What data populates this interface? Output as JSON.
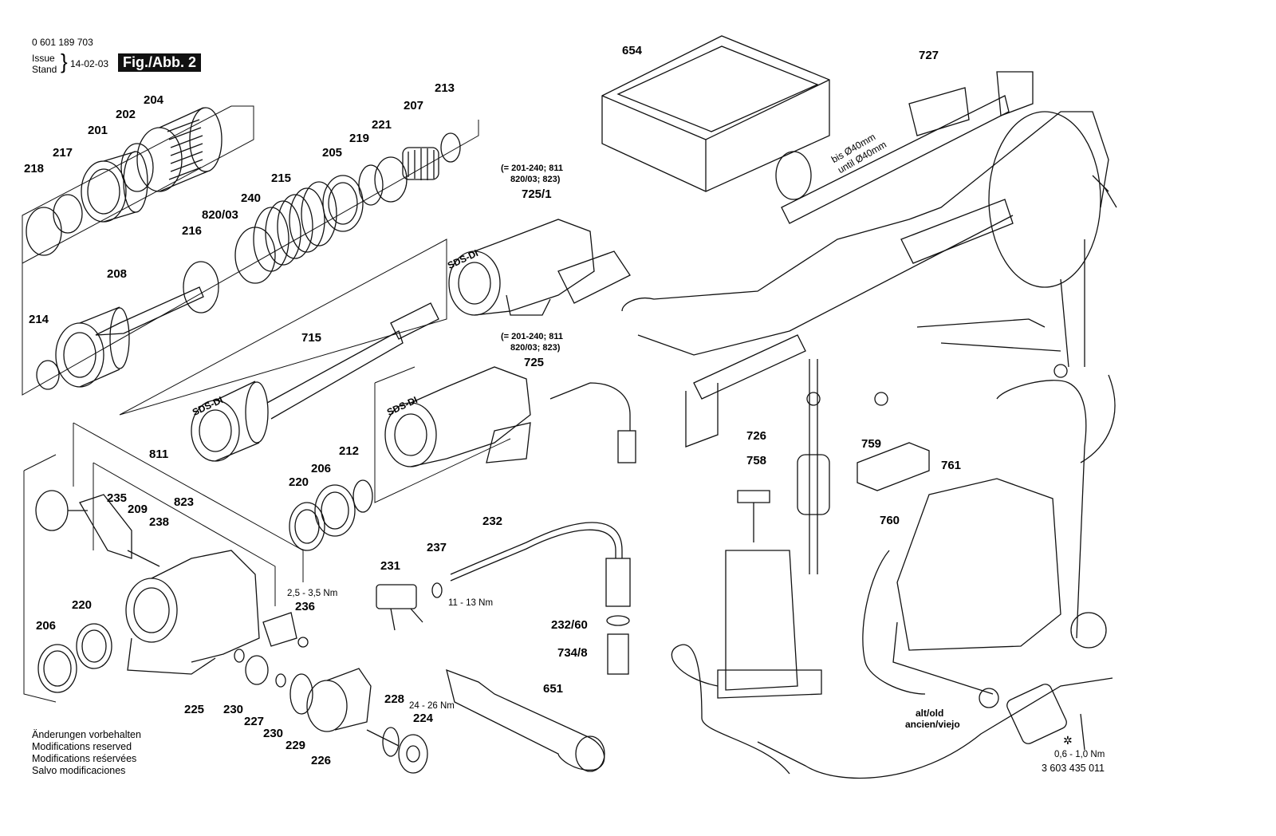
{
  "header": {
    "part_number": "0 601 189 703",
    "issue_label": "Issue",
    "stand_label": "Stand",
    "date": "14-02-03",
    "figure": "Fig./Abb. 2"
  },
  "footer": {
    "lines": [
      "Änderungen vorbehalten",
      "Modifications reserved",
      "Modifications reśervées",
      "Salvo modificaciones"
    ]
  },
  "notes": {
    "variant_725_1": [
      "(= 201-240; 811",
      "820/03; 823)"
    ],
    "variant_725": [
      "(= 201-240; 811",
      "820/03; 823)"
    ],
    "sds_labels": [
      "SDS-DI",
      "SDS-DI",
      "SDS-DI"
    ],
    "diameter": [
      "bis Ø40mm",
      "until Ø40mm"
    ],
    "torque_236": "2,5 - 3,5 Nm",
    "torque_232": "11 - 13 Nm",
    "torque_224": "24 - 26 Nm",
    "torque_cable": "0,6 - 1,0 Nm",
    "old": [
      "alt/old",
      "ancien/viejo"
    ],
    "cable_part": "3 603 435 011"
  },
  "parts": [
    "218",
    "217",
    "201",
    "202",
    "204",
    "213",
    "207",
    "221",
    "219",
    "205",
    "215",
    "240",
    "820/03",
    "216",
    "208",
    "214",
    "715",
    "654",
    "727",
    "725/1",
    "725",
    "811",
    "235",
    "209",
    "823",
    "238",
    "206",
    "212",
    "220",
    "236",
    "220",
    "206",
    "225",
    "230",
    "227",
    "230",
    "229",
    "226",
    "228",
    "224",
    "231",
    "237",
    "232",
    "232/60",
    "734/8",
    "651",
    "726",
    "758",
    "759",
    "761",
    "760"
  ],
  "icons": [
    "exploded-parts-drawing",
    "grease-tube-icon",
    "torx-icon"
  ]
}
